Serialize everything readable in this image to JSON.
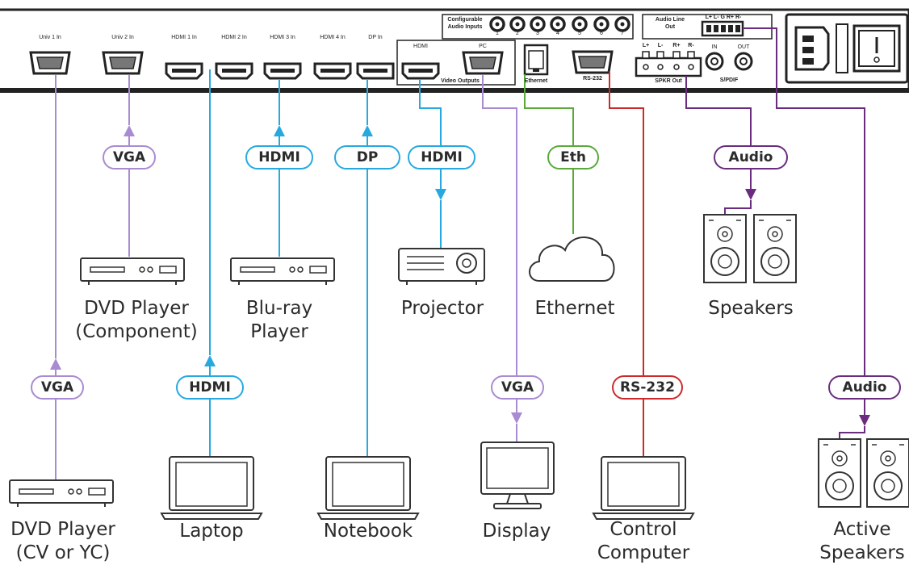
{
  "panel": {
    "port_labels": {
      "univ1": "Univ 1 In",
      "univ2": "Univ 2 In",
      "hdmi1": "HDMI 1 In",
      "hdmi2": "HDMI 2 In",
      "hdmi3": "HDMI 3 In",
      "hdmi4": "HDMI 4 In",
      "dp": "DP In",
      "out_hdmi": "HDMI",
      "out_pc": "PC",
      "video_outputs": "Video Outputs",
      "ethernet": "Ethernet",
      "rs232": "RS-232",
      "spkr_out": "SPKR Out",
      "spdif": "S/PDIF",
      "spdif_in": "IN",
      "spdif_out": "OUT",
      "configurable_line1": "Configurable",
      "configurable_line2": "Audio Inputs",
      "audio_line_out_line1": "Audio Line",
      "audio_line_out_line2": "Out",
      "audio_out_pins": "L+ L-  G  R+ R-",
      "spkr_pins": [
        "L+",
        "L-",
        "R+",
        "R-"
      ]
    },
    "audio_input_numbers": [
      "1",
      "2",
      "3",
      "4",
      "5",
      "6",
      "7"
    ]
  },
  "connection_tags": {
    "vga_dvd_component": "VGA",
    "hdmi_bluray": "HDMI",
    "dp_notebook": "DP",
    "hdmi_projector": "HDMI",
    "eth": "Eth",
    "audio_speakers": "Audio",
    "vga_dvd_cv": "VGA",
    "hdmi_laptop": "HDMI",
    "vga_display": "VGA",
    "rs232_control": "RS-232",
    "audio_active": "Audio"
  },
  "devices": {
    "dvd_component": [
      "DVD Player",
      "(Component)"
    ],
    "bluray": [
      "Blu-ray",
      "Player"
    ],
    "projector": [
      "Projector"
    ],
    "ethernet": [
      "Ethernet"
    ],
    "speakers": [
      "Speakers"
    ],
    "dvd_cv": [
      "DVD Player",
      "(CV or YC)"
    ],
    "laptop": [
      "Laptop"
    ],
    "notebook": [
      "Notebook"
    ],
    "display": [
      "Display"
    ],
    "control_computer": [
      "Control",
      "Computer"
    ],
    "active_speakers": [
      "Active",
      "Speakers"
    ]
  },
  "colors": {
    "vga": "#a98bd2",
    "hdmi": "#27a9df",
    "ethernet": "#5aaa3a",
    "rs232": "#cc2a2a",
    "audio": "#6b2c7f",
    "panel_edge": "#222222"
  }
}
